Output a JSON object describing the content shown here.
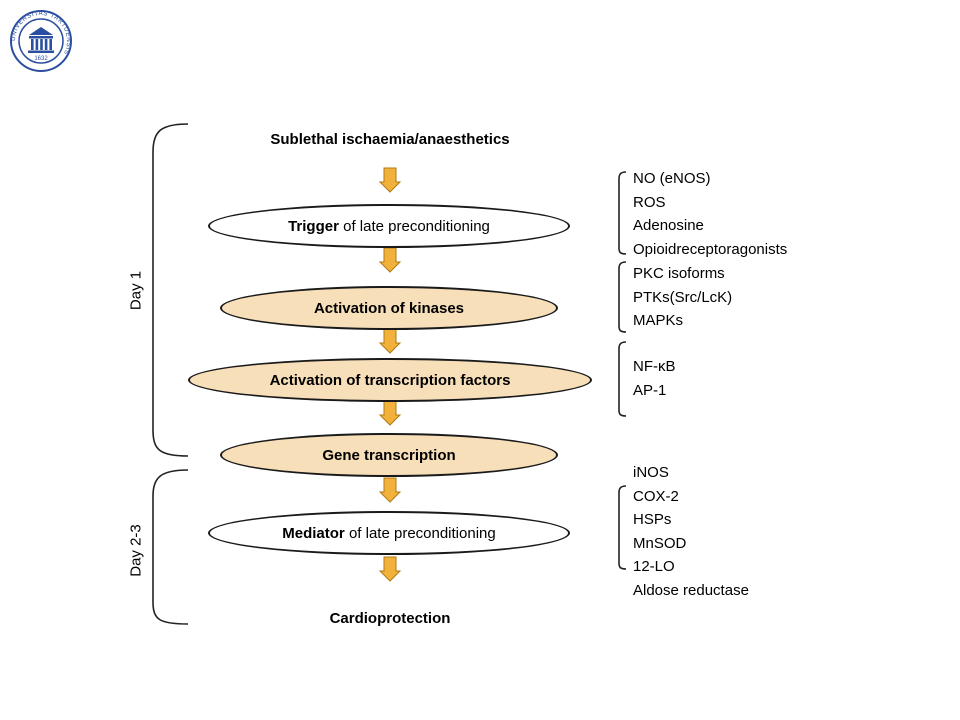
{
  "logo": {
    "ring_text": "UNIVERSITAS TARTUENSIS",
    "year": "1632",
    "color": "#2b4fa0"
  },
  "diagram": {
    "start_label": "Sublethal ischaemia/anaesthetics",
    "end_label": "Cardioprotection",
    "steps": [
      {
        "bold": "Trigger",
        "rest": " of late preconditioning",
        "fill": "#ffffff"
      },
      {
        "bold": "Activation of kinases",
        "rest": "",
        "fill": "#f7dfb9"
      },
      {
        "bold": "Activation of transcription factors",
        "rest": "",
        "fill": "#f7dfb9"
      },
      {
        "bold": "Gene transcription",
        "rest": "",
        "fill": "#f7dfb9"
      },
      {
        "bold": "Mediator",
        "rest": " of late preconditioning",
        "fill": "#ffffff"
      }
    ],
    "day_labels": [
      "Day 1",
      "Day 2-3"
    ],
    "lists": [
      {
        "items": [
          "NO (eNOS)",
          "ROS",
          "Adenosine",
          "Opioidreceptoragonists"
        ]
      },
      {
        "items": [
          "PKC isoforms",
          "PTKs(Src/LcK)",
          "MAPKs"
        ]
      },
      {
        "items": [
          "NF-κB",
          "AP-1"
        ]
      },
      {
        "items": [
          "iNOS",
          "COX-2",
          "HSPs",
          "MnSOD",
          "12-LO",
          "Aldose reductase"
        ]
      }
    ],
    "arrow_fill": "#f2b13a",
    "arrow_stroke": "#b07a16"
  }
}
